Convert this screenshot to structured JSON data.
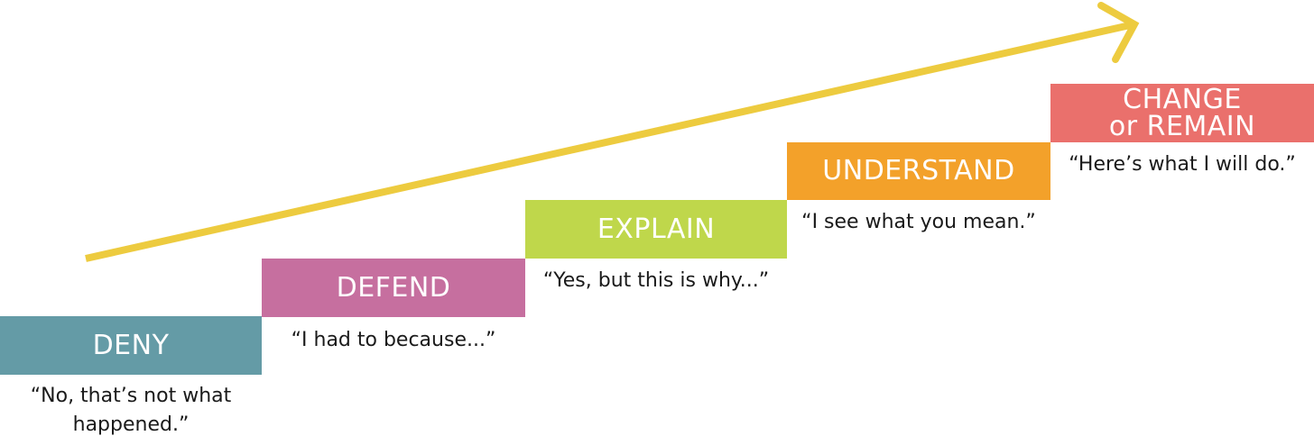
{
  "colors": {
    "arrow": "#EDCB3F",
    "deny": "#649BA6",
    "defend": "#C66F9F",
    "explain": "#BFD74B",
    "understand": "#F3A12A",
    "change": "#EA706C"
  },
  "steps": [
    {
      "label": "DENY",
      "quote": "“No, that’s not what\nhappened.”"
    },
    {
      "label": "DEFEND",
      "quote": "“I had to because...”"
    },
    {
      "label": "EXPLAIN",
      "quote": "“Yes, but this is why...”"
    },
    {
      "label": "UNDERSTAND",
      "quote": "“I see what you mean.”"
    },
    {
      "label": "CHANGE\nor REMAIN",
      "quote": "“Here’s what I will do.”"
    }
  ]
}
